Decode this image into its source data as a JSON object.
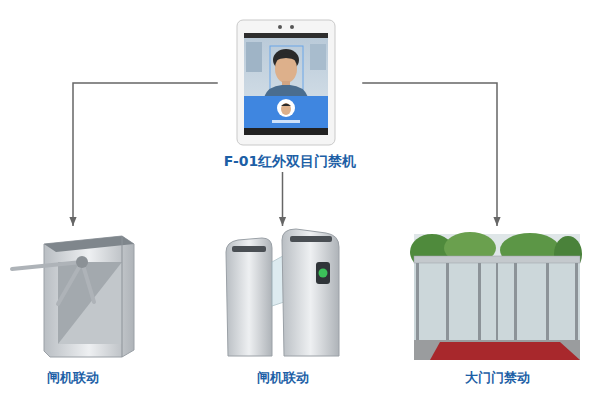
{
  "diagram": {
    "nodes": [
      {
        "text": [
          "F-01红外双目门禁机"
        ]
      },
      {
        "text": [
          "闸机联动"
        ]
      },
      {
        "text": [
          "闸机联动"
        ]
      },
      {
        "text": [
          "大门门禁动"
        ]
      }
    ],
    "edges": [
      {
        "from": 0,
        "to": 1,
        "arrow": "to"
      },
      {
        "from": 0,
        "to": 2,
        "arrow": "to"
      },
      {
        "from": 0,
        "to": 3,
        "arrow": "to"
      }
    ]
  }
}
